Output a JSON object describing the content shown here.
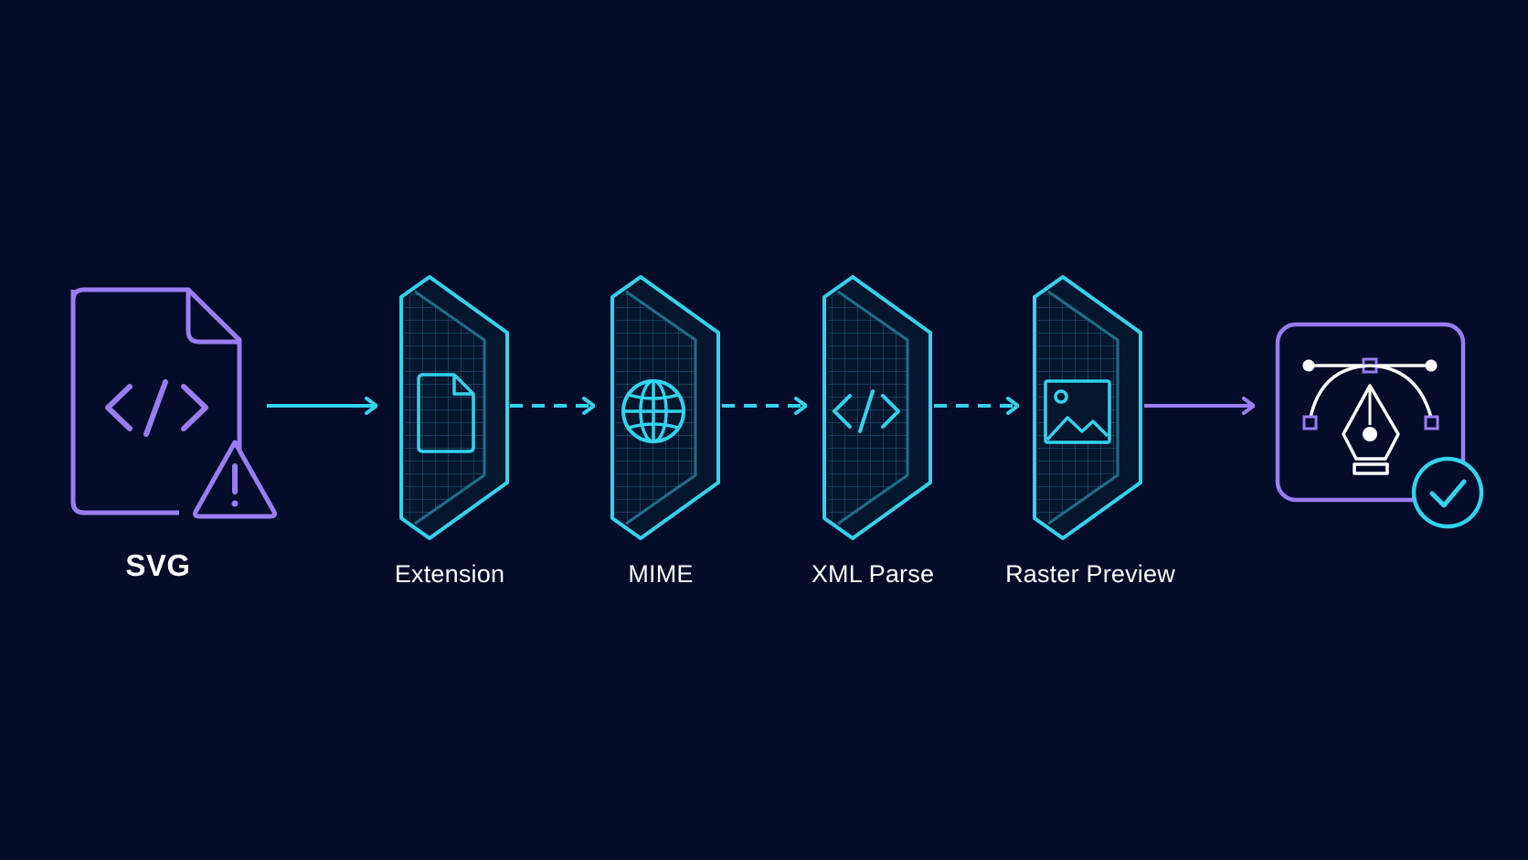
{
  "colors": {
    "background": "#040c2a",
    "cyan": "#33d3ec",
    "violet": "#9a7df2",
    "label": "#ffffff"
  },
  "source": {
    "label": "SVG",
    "icon": "svg-file-code-icon",
    "badge": "warning-triangle-icon"
  },
  "stages": [
    {
      "label": "Extension",
      "icon": "document-icon"
    },
    {
      "label": "MIME",
      "icon": "globe-icon"
    },
    {
      "label": "XML Parse",
      "icon": "code-brackets-icon"
    },
    {
      "label": "Raster Preview",
      "icon": "image-icon"
    }
  ],
  "target": {
    "icon": "vector-pen-tool-icon",
    "badge": "check-circle-icon"
  }
}
